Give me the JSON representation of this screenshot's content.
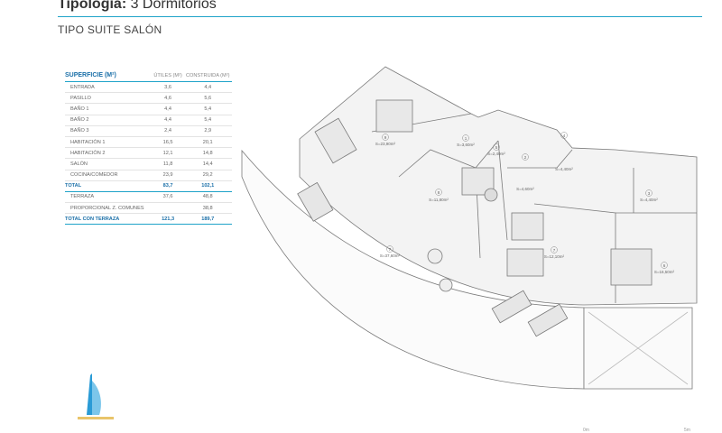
{
  "header": {
    "title_bold": "Tipología:",
    "title_rest": " 3 Dormitorios",
    "subtitle": "TIPO SUITE SALÓN"
  },
  "table": {
    "heading": "SUPERFICIE (M²)",
    "col_utiles": "ÚTILES (M²)",
    "col_construida": "CONSTRUIDA (M²)",
    "rows": [
      {
        "name": "ENTRADA",
        "utiles": "3,6",
        "construida": "4,4"
      },
      {
        "name": "PASILLO",
        "utiles": "4,6",
        "construida": "5,6"
      },
      {
        "name": "BAÑO 1",
        "utiles": "4,4",
        "construida": "5,4"
      },
      {
        "name": "BAÑO 2",
        "utiles": "4,4",
        "construida": "5,4"
      },
      {
        "name": "BAÑO 3",
        "utiles": "2,4",
        "construida": "2,9"
      },
      {
        "name": "HABITACIÓN 1",
        "utiles": "16,5",
        "construida": "20,1"
      },
      {
        "name": "HABITACIÓN 2",
        "utiles": "12,1",
        "construida": "14,8"
      },
      {
        "name": "SALÓN",
        "utiles": "11,8",
        "construida": "14,4"
      },
      {
        "name": "COCINA/COMEDOR",
        "utiles": "23,9",
        "construida": "29,2"
      }
    ],
    "total": {
      "name": "TOTAL",
      "utiles": "83,7",
      "construida": "102,1"
    },
    "rows2": [
      {
        "name": "TERRAZA",
        "utiles": "37,6",
        "construida": "48,8"
      },
      {
        "name": "PROPORCIONAL Z. COMUNES",
        "utiles": "",
        "construida": "38,8"
      }
    ],
    "total2": {
      "name": "TOTAL CON TERRAZA",
      "utiles": "121,3",
      "construida": "189,7"
    }
  },
  "plan": {
    "rooms": [
      {
        "num": "9",
        "area": "S=23,90m²"
      },
      {
        "num": "1",
        "area": "S=3,60m²"
      },
      {
        "num": "5",
        "area": "S=2,40m²"
      },
      {
        "num": "4",
        "area": "S=4,40m²"
      },
      {
        "num": "2",
        "area": "S=4,60m²"
      },
      {
        "num": "8",
        "area": "S=11,80m²"
      },
      {
        "num": "3",
        "area": "S=4,40m²"
      },
      {
        "num": "7",
        "area": "S=37,60m²"
      },
      {
        "num": "7",
        "area": "S=12,10m²"
      },
      {
        "num": "6",
        "area": "S=16,50m²"
      }
    ]
  },
  "scale": {
    "left": "0m",
    "right": "5m"
  },
  "colors": {
    "accent": "#1fa3c9",
    "heading": "#1a6fa8"
  }
}
